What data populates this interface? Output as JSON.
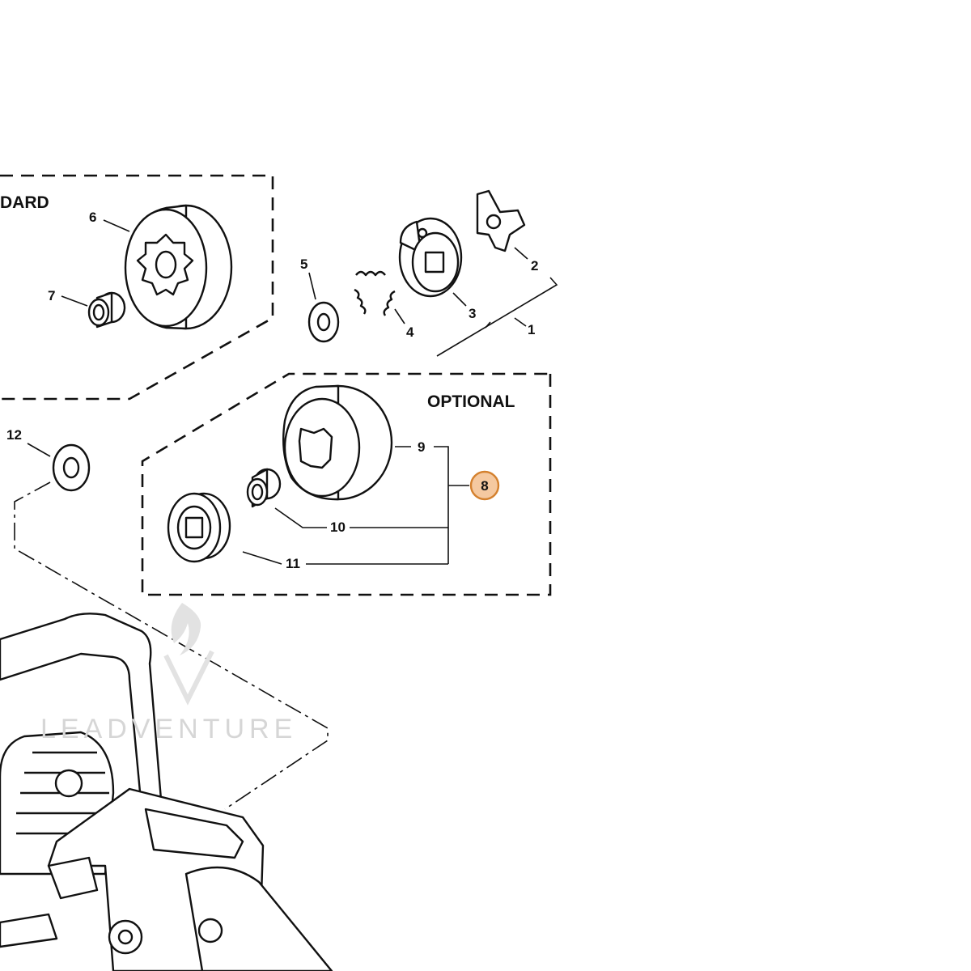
{
  "groups": {
    "standard_label": "DARD",
    "optional_label": "OPTIONAL"
  },
  "callouts": {
    "c1": "1",
    "c2": "2",
    "c3": "3",
    "c4": "4",
    "c5": "5",
    "c6": "6",
    "c7": "7",
    "c8": "8",
    "c9": "9",
    "c10": "10",
    "c11": "11",
    "c12": "12"
  },
  "watermark": {
    "text": "LEADVENTURE"
  },
  "colors": {
    "highlight_fill": "#f5c9a0",
    "highlight_stroke": "#d4812e",
    "line": "#111111"
  }
}
